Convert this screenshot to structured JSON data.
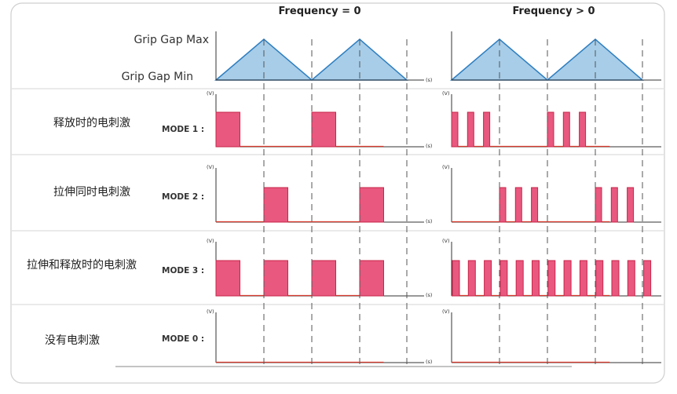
{
  "headers": {
    "left": "Frequency = 0",
    "right": "Frequency > 0"
  },
  "wave": {
    "max_label": "Grip Gap Max",
    "min_label": "Grip Gap Min"
  },
  "units": {
    "volt": "(V)",
    "sec": "(s)"
  },
  "colors": {
    "pulse": "#e8587f",
    "pulse_edge": "#c8254a",
    "baseline": "#d93a2e",
    "wave_fill": "#a8cde8",
    "wave_stroke": "#2f7fc1"
  },
  "rows": [
    {
      "label": "释放时的电刺激",
      "mode": "MODE 1 :",
      "left_pulses": [
        [
          0,
          0.5
        ],
        [
          2,
          2.5
        ]
      ],
      "right": {
        "phase_start": 0,
        "phase_end": 1,
        "count": 3
      }
    },
    {
      "label": "拉伸同时电刺激",
      "mode": "MODE 2 :",
      "left_pulses": [
        [
          1,
          1.5
        ],
        [
          3,
          3.5
        ]
      ],
      "right": {
        "phase_start": 1,
        "phase_end": 2,
        "count": 3
      }
    },
    {
      "label": "拉伸和释放时的电刺激",
      "mode": "MODE 3 :",
      "left_pulses": [
        [
          0,
          0.5
        ],
        [
          1,
          1.5
        ],
        [
          2,
          2.5
        ],
        [
          3,
          3.5
        ]
      ],
      "right": {
        "phase_start": 0,
        "phase_end": 4,
        "count": 13
      }
    },
    {
      "label": "没有电刺激",
      "mode": "MODE 0 :",
      "left_pulses": [],
      "right": {
        "phase_start": 0,
        "phase_end": 0,
        "count": 0
      }
    }
  ]
}
